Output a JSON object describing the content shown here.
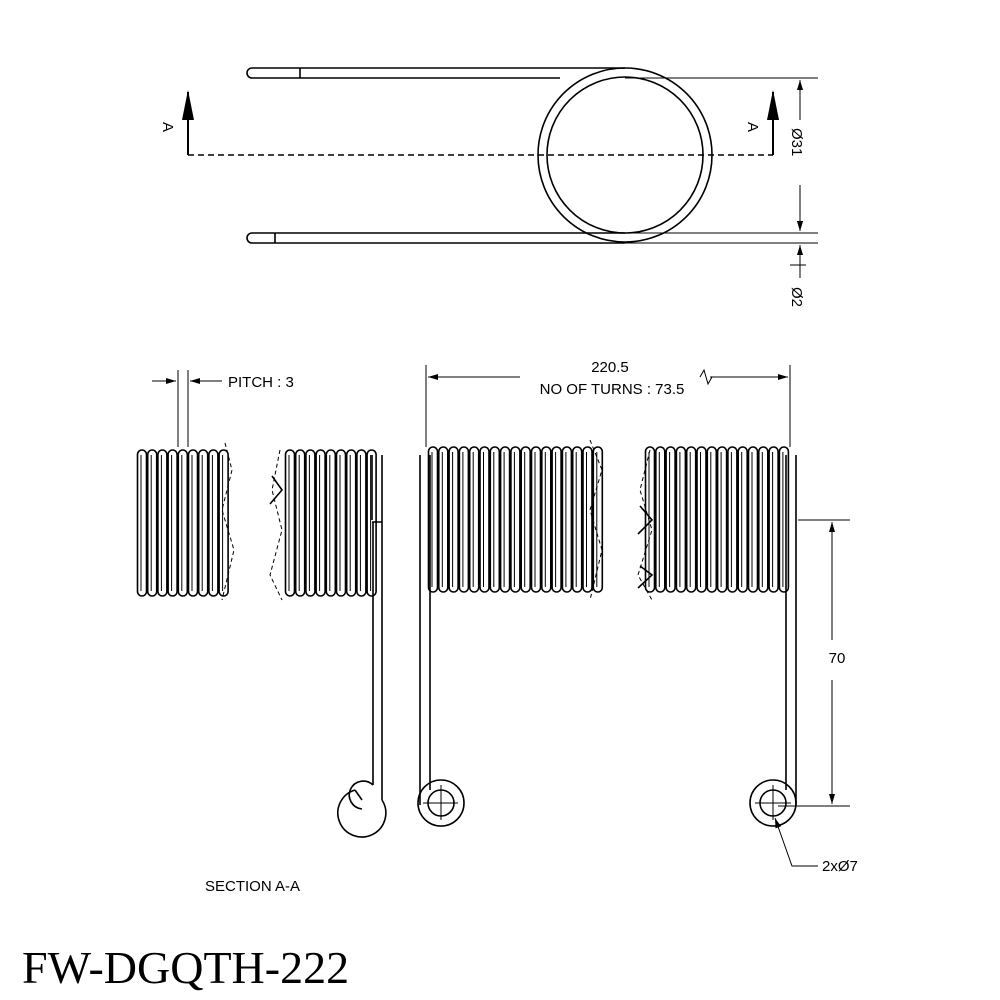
{
  "drawing": {
    "part_number": "FW-DGQTH-222",
    "section_label": "SECTION A-A",
    "section_marker_left": "A",
    "section_marker_right": "A",
    "dim_outer_diameter": "Ø31",
    "dim_wire_diameter": "Ø2",
    "pitch_label": "PITCH : 3",
    "length_value": "220.5",
    "turns_label": "NO OF TURNS : 73.5",
    "leg_length": "70",
    "hole_label": "2xØ7"
  }
}
